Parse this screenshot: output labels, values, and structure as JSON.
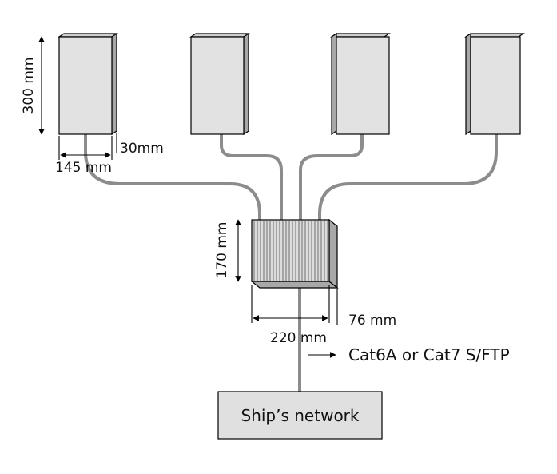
{
  "units": {
    "height_label": "300 mm",
    "width_label": "145 mm",
    "depth_label": "30mm",
    "count": 4
  },
  "switch_box": {
    "height_label": "170 mm",
    "width_label": "220 mm",
    "depth_label": "76 mm"
  },
  "cable_label": "Cat6A or Cat7 S/FTP",
  "network": {
    "label": "Ship’s network"
  },
  "colors": {
    "unit_fill": "#e2e2e2",
    "cable": "#8c8c8c",
    "network_fill": "#e0e0e0"
  }
}
